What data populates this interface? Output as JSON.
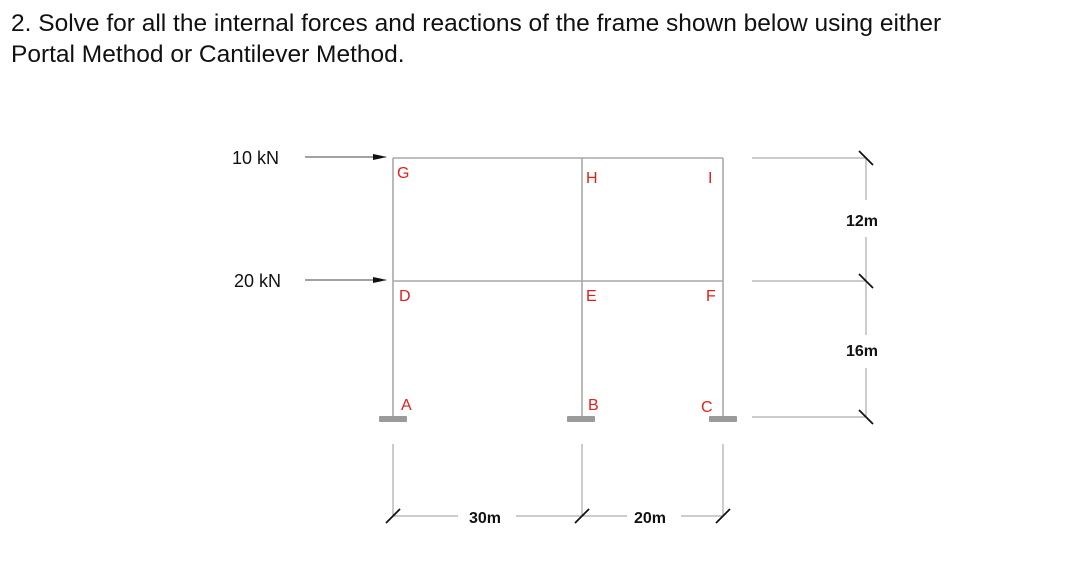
{
  "question": {
    "number": "2.",
    "line1": "2. Solve for all the internal forces and reactions of the frame shown below using either",
    "line2": "Portal Method or Cantilever Method."
  },
  "diagram": {
    "loads": [
      {
        "label": "10 kN",
        "level": "top"
      },
      {
        "label": "20 kN",
        "level": "middle"
      }
    ],
    "nodes": {
      "G": "G",
      "H": "H",
      "I": "I",
      "D": "D",
      "E": "E",
      "F": "F",
      "A": "A",
      "B": "B",
      "C": "C"
    },
    "dimensions": {
      "top_story": "12m",
      "bottom_story": "16m",
      "left_bay": "30m",
      "right_bay": "20m"
    },
    "colors": {
      "member": "#a8a8a8",
      "node_label": "#e0201c",
      "dimension": "#333333",
      "support": "#9a9a9a"
    }
  }
}
